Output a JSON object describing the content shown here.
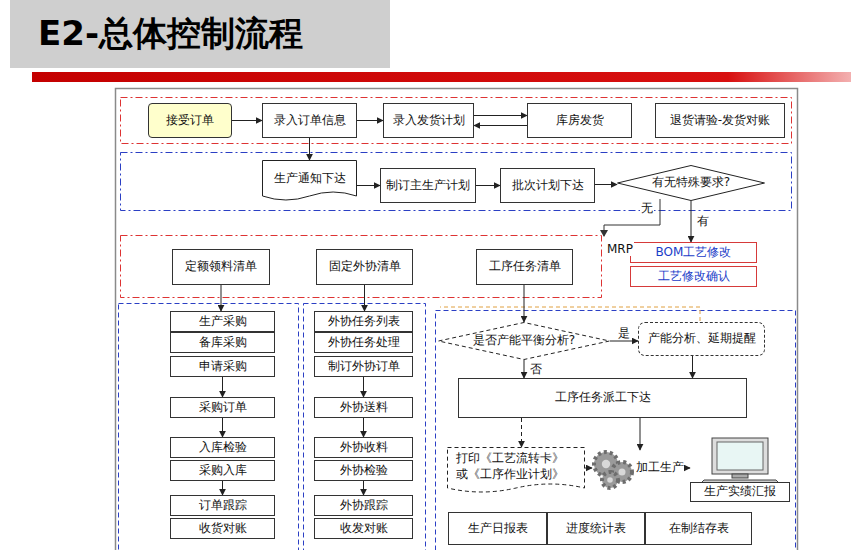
{
  "diagram": {
    "title": "E2-总体控制流程",
    "nodes": [
      {
        "text": [
          "接受订单"
        ]
      },
      {
        "text": [
          "录入订单信息"
        ]
      },
      {
        "text": [
          "录入发货计划"
        ]
      },
      {
        "text": [
          "库房发货"
        ]
      },
      {
        "text": [
          "退货请验-发货对账"
        ]
      },
      {
        "text": [
          "生产通知下达"
        ]
      },
      {
        "text": [
          "制订主生产计划"
        ]
      },
      {
        "text": [
          "批次计划下达"
        ]
      },
      {
        "text": [
          "有无特殊要求?"
        ]
      },
      {
        "text": [
          "定额领料清单"
        ]
      },
      {
        "text": [
          "固定外协清单"
        ]
      },
      {
        "text": [
          "工序任务清单"
        ]
      },
      {
        "text": [
          "BOM工艺修改"
        ]
      },
      {
        "text": [
          "工艺修改确认"
        ]
      },
      {
        "text": [
          "生产采购"
        ]
      },
      {
        "text": [
          "备库采购"
        ]
      },
      {
        "text": [
          "申请采购"
        ]
      },
      {
        "text": [
          "采购订单"
        ]
      },
      {
        "text": [
          "入库检验"
        ]
      },
      {
        "text": [
          "采购入库"
        ]
      },
      {
        "text": [
          "订单跟踪"
        ]
      },
      {
        "text": [
          "收货对账"
        ]
      },
      {
        "text": [
          "外协任务列表"
        ]
      },
      {
        "text": [
          "外协任务处理"
        ]
      },
      {
        "text": [
          "制订外协订单"
        ]
      },
      {
        "text": [
          "外协送料"
        ]
      },
      {
        "text": [
          "外协收料"
        ]
      },
      {
        "text": [
          "外协检验"
        ]
      },
      {
        "text": [
          "外协跟踪"
        ]
      },
      {
        "text": [
          "收发对账"
        ]
      },
      {
        "text": [
          "是否产能平衡分析?"
        ]
      },
      {
        "text": [
          "产能分析、延期提醒"
        ]
      },
      {
        "text": [
          "工序任务派工下达"
        ]
      },
      {
        "text": [
          "打印《工艺流转卡》 或《工序作业计划》"
        ]
      },
      {
        "text": [
          "加工生产"
        ]
      },
      {
        "text": [
          "生产实绩汇报"
        ]
      },
      {
        "text": [
          "生产日报表"
        ]
      },
      {
        "text": [
          "进度统计表"
        ]
      },
      {
        "text": [
          "在制结存表"
        ]
      }
    ],
    "edges": [
      {
        "from": 0,
        "to": 1,
        "arrow": "to"
      },
      {
        "from": 1,
        "to": 2,
        "arrow": "to"
      },
      {
        "from": 2,
        "to": 3,
        "arrow": "to"
      },
      {
        "from": 3,
        "to": 2,
        "arrow": "to"
      },
      {
        "from": 1,
        "to": 5,
        "arrow": "to"
      },
      {
        "from": 5,
        "to": 6,
        "arrow": "to"
      },
      {
        "from": 6,
        "to": 7,
        "arrow": "to"
      },
      {
        "from": 7,
        "to": 8,
        "arrow": "to"
      },
      {
        "from": 8,
        "to": 12,
        "label": "有",
        "arrow": "to"
      },
      {
        "from": 9,
        "to": 14,
        "arrow": "to"
      },
      {
        "from": 10,
        "to": 22,
        "arrow": "to"
      },
      {
        "from": 16,
        "to": 17,
        "arrow": "to"
      },
      {
        "from": 17,
        "to": 18,
        "arrow": "to"
      },
      {
        "from": 19,
        "to": 20,
        "arrow": "to"
      },
      {
        "from": 24,
        "to": 25,
        "arrow": "to"
      },
      {
        "from": 25,
        "to": 26,
        "arrow": "to"
      },
      {
        "from": 27,
        "to": 28,
        "arrow": "to"
      },
      {
        "from": 11,
        "to": 30,
        "arrow": "to"
      },
      {
        "from": 30,
        "to": 31,
        "label": "是",
        "arrow": "to"
      },
      {
        "from": 30,
        "to": 32,
        "label": "否",
        "arrow": "to"
      },
      {
        "from": 31,
        "to": 32,
        "arrow": "to"
      },
      {
        "from": 32,
        "to": 33,
        "arrow": "to"
      },
      {
        "from": 32,
        "to": 34,
        "arrow": "to"
      },
      {
        "from": 33,
        "to": 34,
        "arrow": "to"
      },
      {
        "from": 34,
        "to": 35,
        "arrow": "to"
      }
    ],
    "labels": [
      "无",
      "MRP"
    ]
  }
}
